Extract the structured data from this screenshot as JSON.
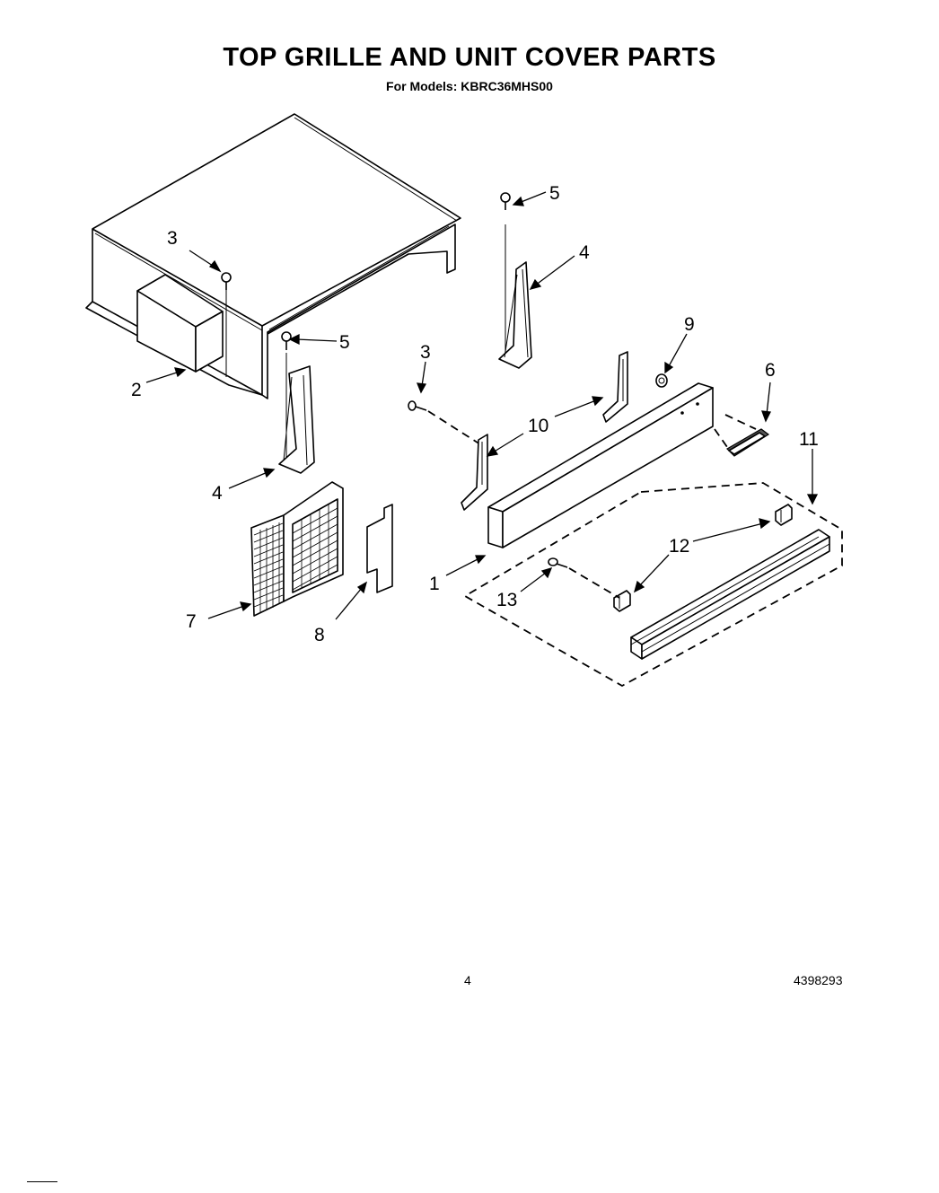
{
  "header": {
    "title": "TOP GRILLE AND UNIT COVER PARTS",
    "subtitle": "For Models: KBRC36MHS00"
  },
  "callouts": {
    "c1": "1",
    "c2": "2",
    "c3a": "3",
    "c3b": "3",
    "c4a": "4",
    "c4b": "4",
    "c5a": "5",
    "c5b": "5",
    "c6": "6",
    "c7": "7",
    "c8": "8",
    "c9": "9",
    "c10": "10",
    "c11": "11",
    "c12": "12",
    "c13": "13"
  },
  "footer": {
    "page_number": "4",
    "doc_number": "4398293"
  }
}
